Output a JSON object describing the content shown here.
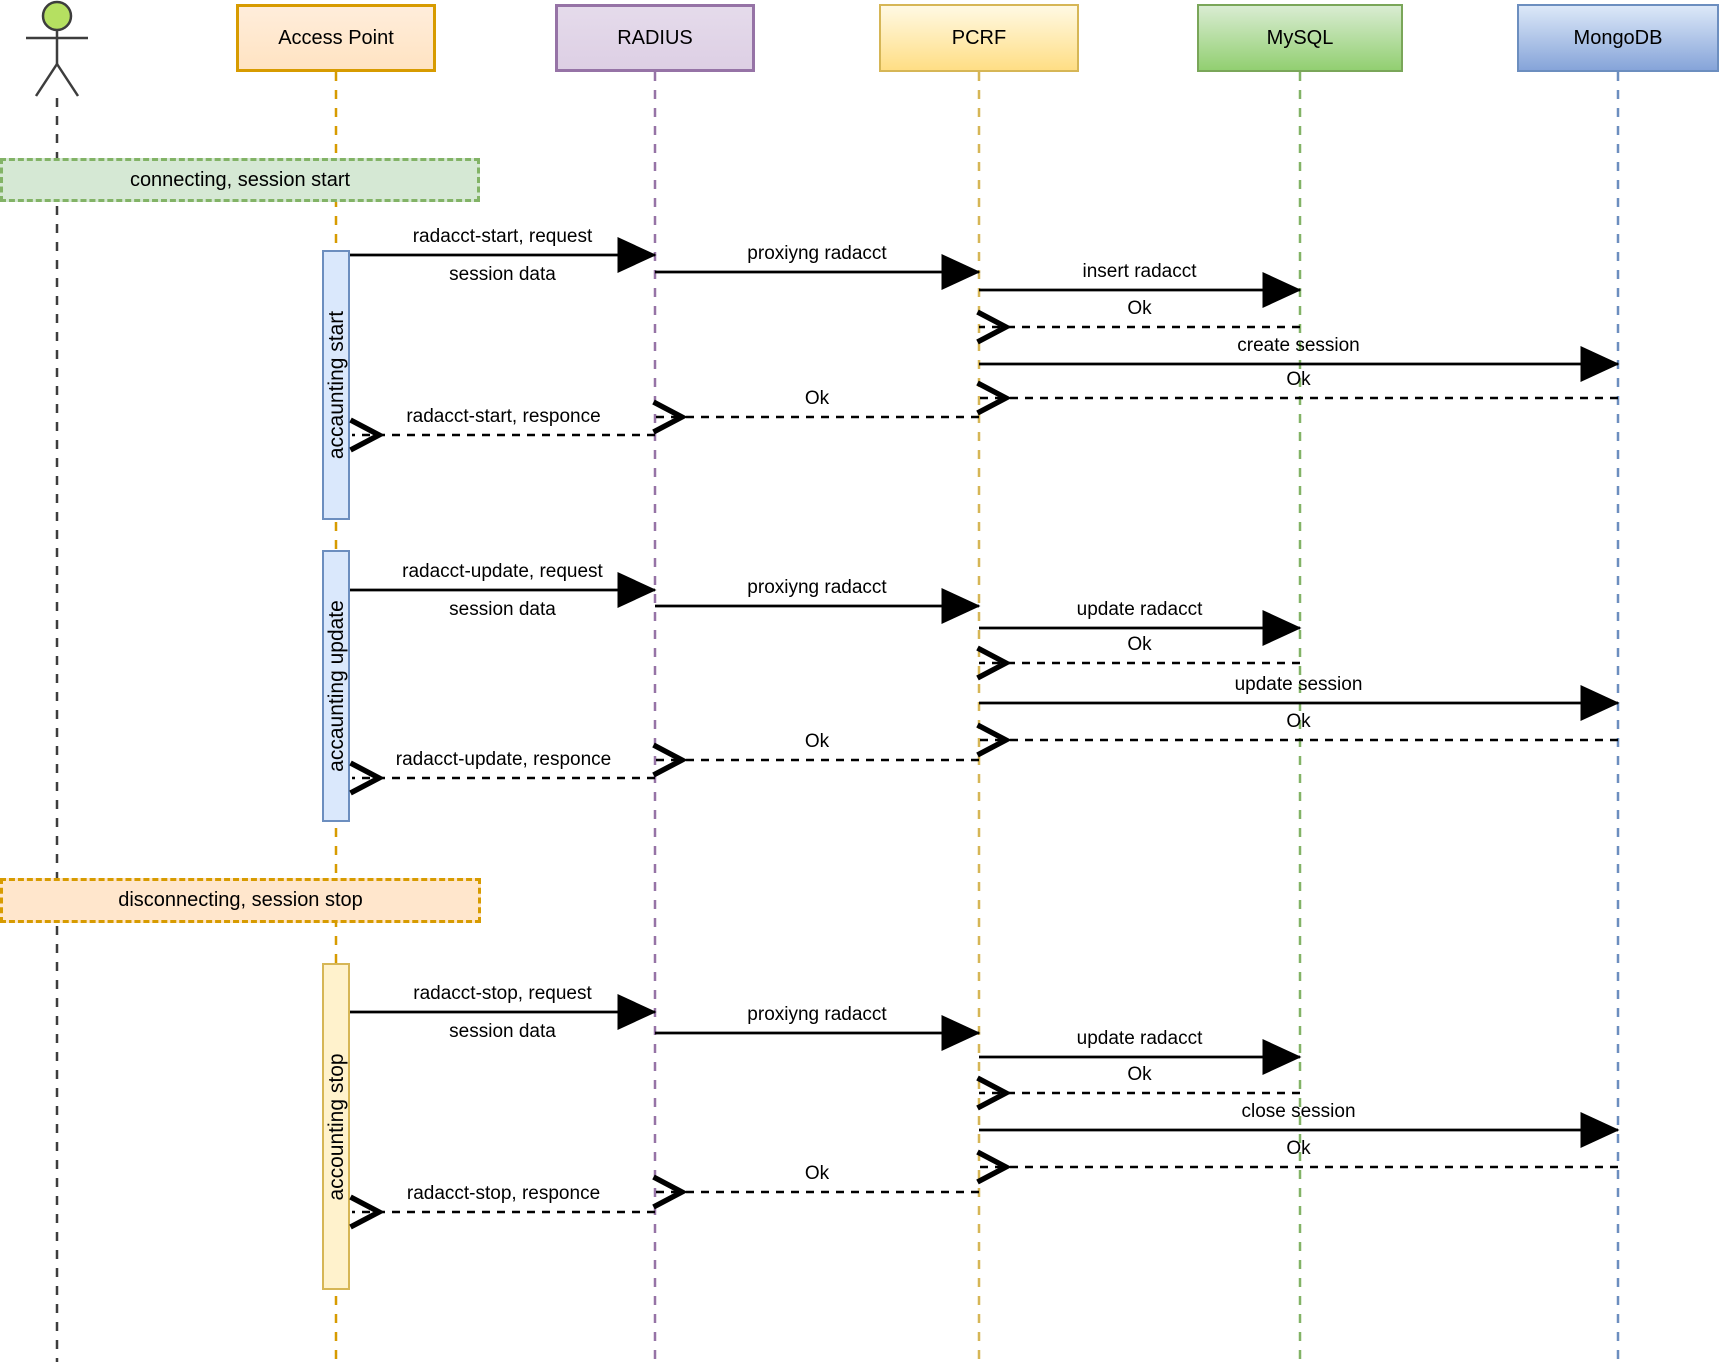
{
  "diagram": {
    "participants": [
      {
        "id": "user",
        "kind": "actor",
        "label": "",
        "head_color": "#b5e061",
        "stroke": "#3d3d3d",
        "line_color": "#3d3d3d"
      },
      {
        "id": "access-point",
        "kind": "box",
        "label": "Access Point",
        "fill_top": "#ffeddb",
        "fill_bottom": "#ffe3c2",
        "stroke": "#d79b00",
        "line_color": "#d79b00"
      },
      {
        "id": "radius",
        "kind": "box",
        "label": "RADIUS",
        "fill_top": "#e5dbeb",
        "fill_bottom": "#ddcfe4",
        "stroke": "#9673a6",
        "line_color": "#9673a6"
      },
      {
        "id": "pcrf",
        "kind": "box",
        "label": "PCRF",
        "fill_top": "#fff9e3",
        "fill_bottom": "#ffde85",
        "stroke": "#d6b656",
        "line_color": "#d6b656"
      },
      {
        "id": "mysql",
        "kind": "box",
        "label": "MySQL",
        "fill_top": "#d9ecd2",
        "fill_bottom": "#92cf71",
        "stroke": "#7aa659",
        "line_color": "#82b366"
      },
      {
        "id": "mongodb",
        "kind": "box",
        "label": "MongoDB",
        "fill_top": "#dce8f8",
        "fill_bottom": "#86a4d9",
        "stroke": "#6c8ebf",
        "line_color": "#6c8ebf"
      }
    ],
    "banners": [
      {
        "id": "connecting",
        "label": "connecting, session start",
        "fill": "#d5e8d4",
        "stroke": "#82b366"
      },
      {
        "id": "disconnecting",
        "label": "disconnecting, session stop",
        "fill": "#ffe6cc",
        "stroke": "#d79b00"
      }
    ],
    "blocks": [
      {
        "activation_label": "accaunting start",
        "activation_fill": "#dae8fc",
        "activation_stroke": "#6c8ebf",
        "messages": [
          {
            "from": "access-point",
            "to": "radius",
            "label": "radacct-start, request",
            "sublabel": "session data",
            "style": "solid"
          },
          {
            "from": "radius",
            "to": "pcrf",
            "label": "proxiyng  radacct",
            "style": "solid"
          },
          {
            "from": "pcrf",
            "to": "mysql",
            "label": "insert  radacct",
            "style": "solid"
          },
          {
            "from": "mysql",
            "to": "pcrf",
            "label": "Ok",
            "style": "dashed"
          },
          {
            "from": "pcrf",
            "to": "mongodb",
            "label": "create session",
            "style": "solid"
          },
          {
            "from": "mongodb",
            "to": "pcrf",
            "label": "Ok",
            "style": "dashed"
          },
          {
            "from": "pcrf",
            "to": "radius",
            "label": "Ok",
            "style": "dashed"
          },
          {
            "from": "radius",
            "to": "access-point",
            "label": "radacct-start, responce",
            "style": "dashed"
          }
        ]
      },
      {
        "activation_label": "accaunting update",
        "activation_fill": "#dae8fc",
        "activation_stroke": "#6c8ebf",
        "messages": [
          {
            "from": "access-point",
            "to": "radius",
            "label": "radacct-update, request",
            "sublabel": "session data",
            "style": "solid"
          },
          {
            "from": "radius",
            "to": "pcrf",
            "label": "proxiyng  radacct",
            "style": "solid"
          },
          {
            "from": "pcrf",
            "to": "mysql",
            "label": "update  radacct",
            "style": "solid"
          },
          {
            "from": "mysql",
            "to": "pcrf",
            "label": "Ok",
            "style": "dashed"
          },
          {
            "from": "pcrf",
            "to": "mongodb",
            "label": "update session",
            "style": "solid"
          },
          {
            "from": "mongodb",
            "to": "pcrf",
            "label": "Ok",
            "style": "dashed"
          },
          {
            "from": "pcrf",
            "to": "radius",
            "label": "Ok",
            "style": "dashed"
          },
          {
            "from": "radius",
            "to": "access-point",
            "label": "radacct-update, responce",
            "style": "dashed"
          }
        ]
      },
      {
        "activation_label": "accounting stop",
        "activation_fill": "#fff2cc",
        "activation_stroke": "#d6b656",
        "messages": [
          {
            "from": "access-point",
            "to": "radius",
            "label": "radacct-stop, request",
            "sublabel": "session data",
            "style": "solid"
          },
          {
            "from": "radius",
            "to": "pcrf",
            "label": "proxiyng  radacct",
            "style": "solid"
          },
          {
            "from": "pcrf",
            "to": "mysql",
            "label": "update  radacct",
            "style": "solid"
          },
          {
            "from": "mysql",
            "to": "pcrf",
            "label": "Ok",
            "style": "dashed"
          },
          {
            "from": "pcrf",
            "to": "mongodb",
            "label": "close session",
            "style": "solid"
          },
          {
            "from": "mongodb",
            "to": "pcrf",
            "label": "Ok",
            "style": "dashed"
          },
          {
            "from": "pcrf",
            "to": "radius",
            "label": "Ok",
            "style": "dashed"
          },
          {
            "from": "radius",
            "to": "access-point",
            "label": "radacct-stop, responce",
            "style": "dashed"
          }
        ]
      }
    ]
  }
}
